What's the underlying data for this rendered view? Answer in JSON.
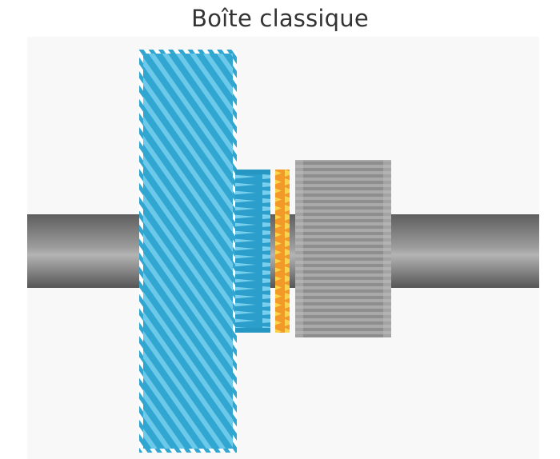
{
  "title": "Boîte classique",
  "colors": {
    "background": "#f8f8f8",
    "shaft": "#7f7f7f",
    "gear_blue": "#30a6d1",
    "gear_blue_stripe": "#6cc9ea",
    "synchro_yellow": "#f7c12b",
    "synchro_orange": "#f2992a",
    "gear_grey": "#9a9a9a"
  },
  "components": [
    "shaft",
    "large-gear",
    "gear-hub",
    "synchro-ring",
    "sliding-sleeve"
  ]
}
